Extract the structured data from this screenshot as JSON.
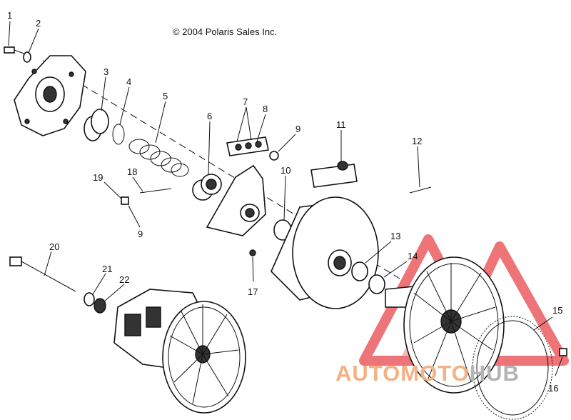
{
  "copyright": "© 2004 Polaris Sales Inc.",
  "callouts": [
    {
      "id": "c1",
      "label": "1"
    },
    {
      "id": "c2",
      "label": "2"
    },
    {
      "id": "c3",
      "label": "3"
    },
    {
      "id": "c4",
      "label": "4"
    },
    {
      "id": "c5",
      "label": "5"
    },
    {
      "id": "c6",
      "label": "6"
    },
    {
      "id": "c7",
      "label": "7"
    },
    {
      "id": "c8",
      "label": "8"
    },
    {
      "id": "c9a",
      "label": "9"
    },
    {
      "id": "c9b",
      "label": "9"
    },
    {
      "id": "c10",
      "label": "10"
    },
    {
      "id": "c11",
      "label": "11"
    },
    {
      "id": "c12",
      "label": "12"
    },
    {
      "id": "c13",
      "label": "13"
    },
    {
      "id": "c14",
      "label": "14"
    },
    {
      "id": "c15",
      "label": "15"
    },
    {
      "id": "c16",
      "label": "16"
    },
    {
      "id": "c17",
      "label": "17"
    },
    {
      "id": "c18",
      "label": "18"
    },
    {
      "id": "c19",
      "label": "19"
    },
    {
      "id": "c20",
      "label": "20"
    },
    {
      "id": "c21",
      "label": "21"
    },
    {
      "id": "c22",
      "label": "22"
    }
  ],
  "watermark": {
    "part_a": "AUTOMOTO",
    "part_b": "HUB",
    "color_a": "#f4b183",
    "color_b": "#b4b4b4",
    "logo_color": "#e8464b"
  }
}
